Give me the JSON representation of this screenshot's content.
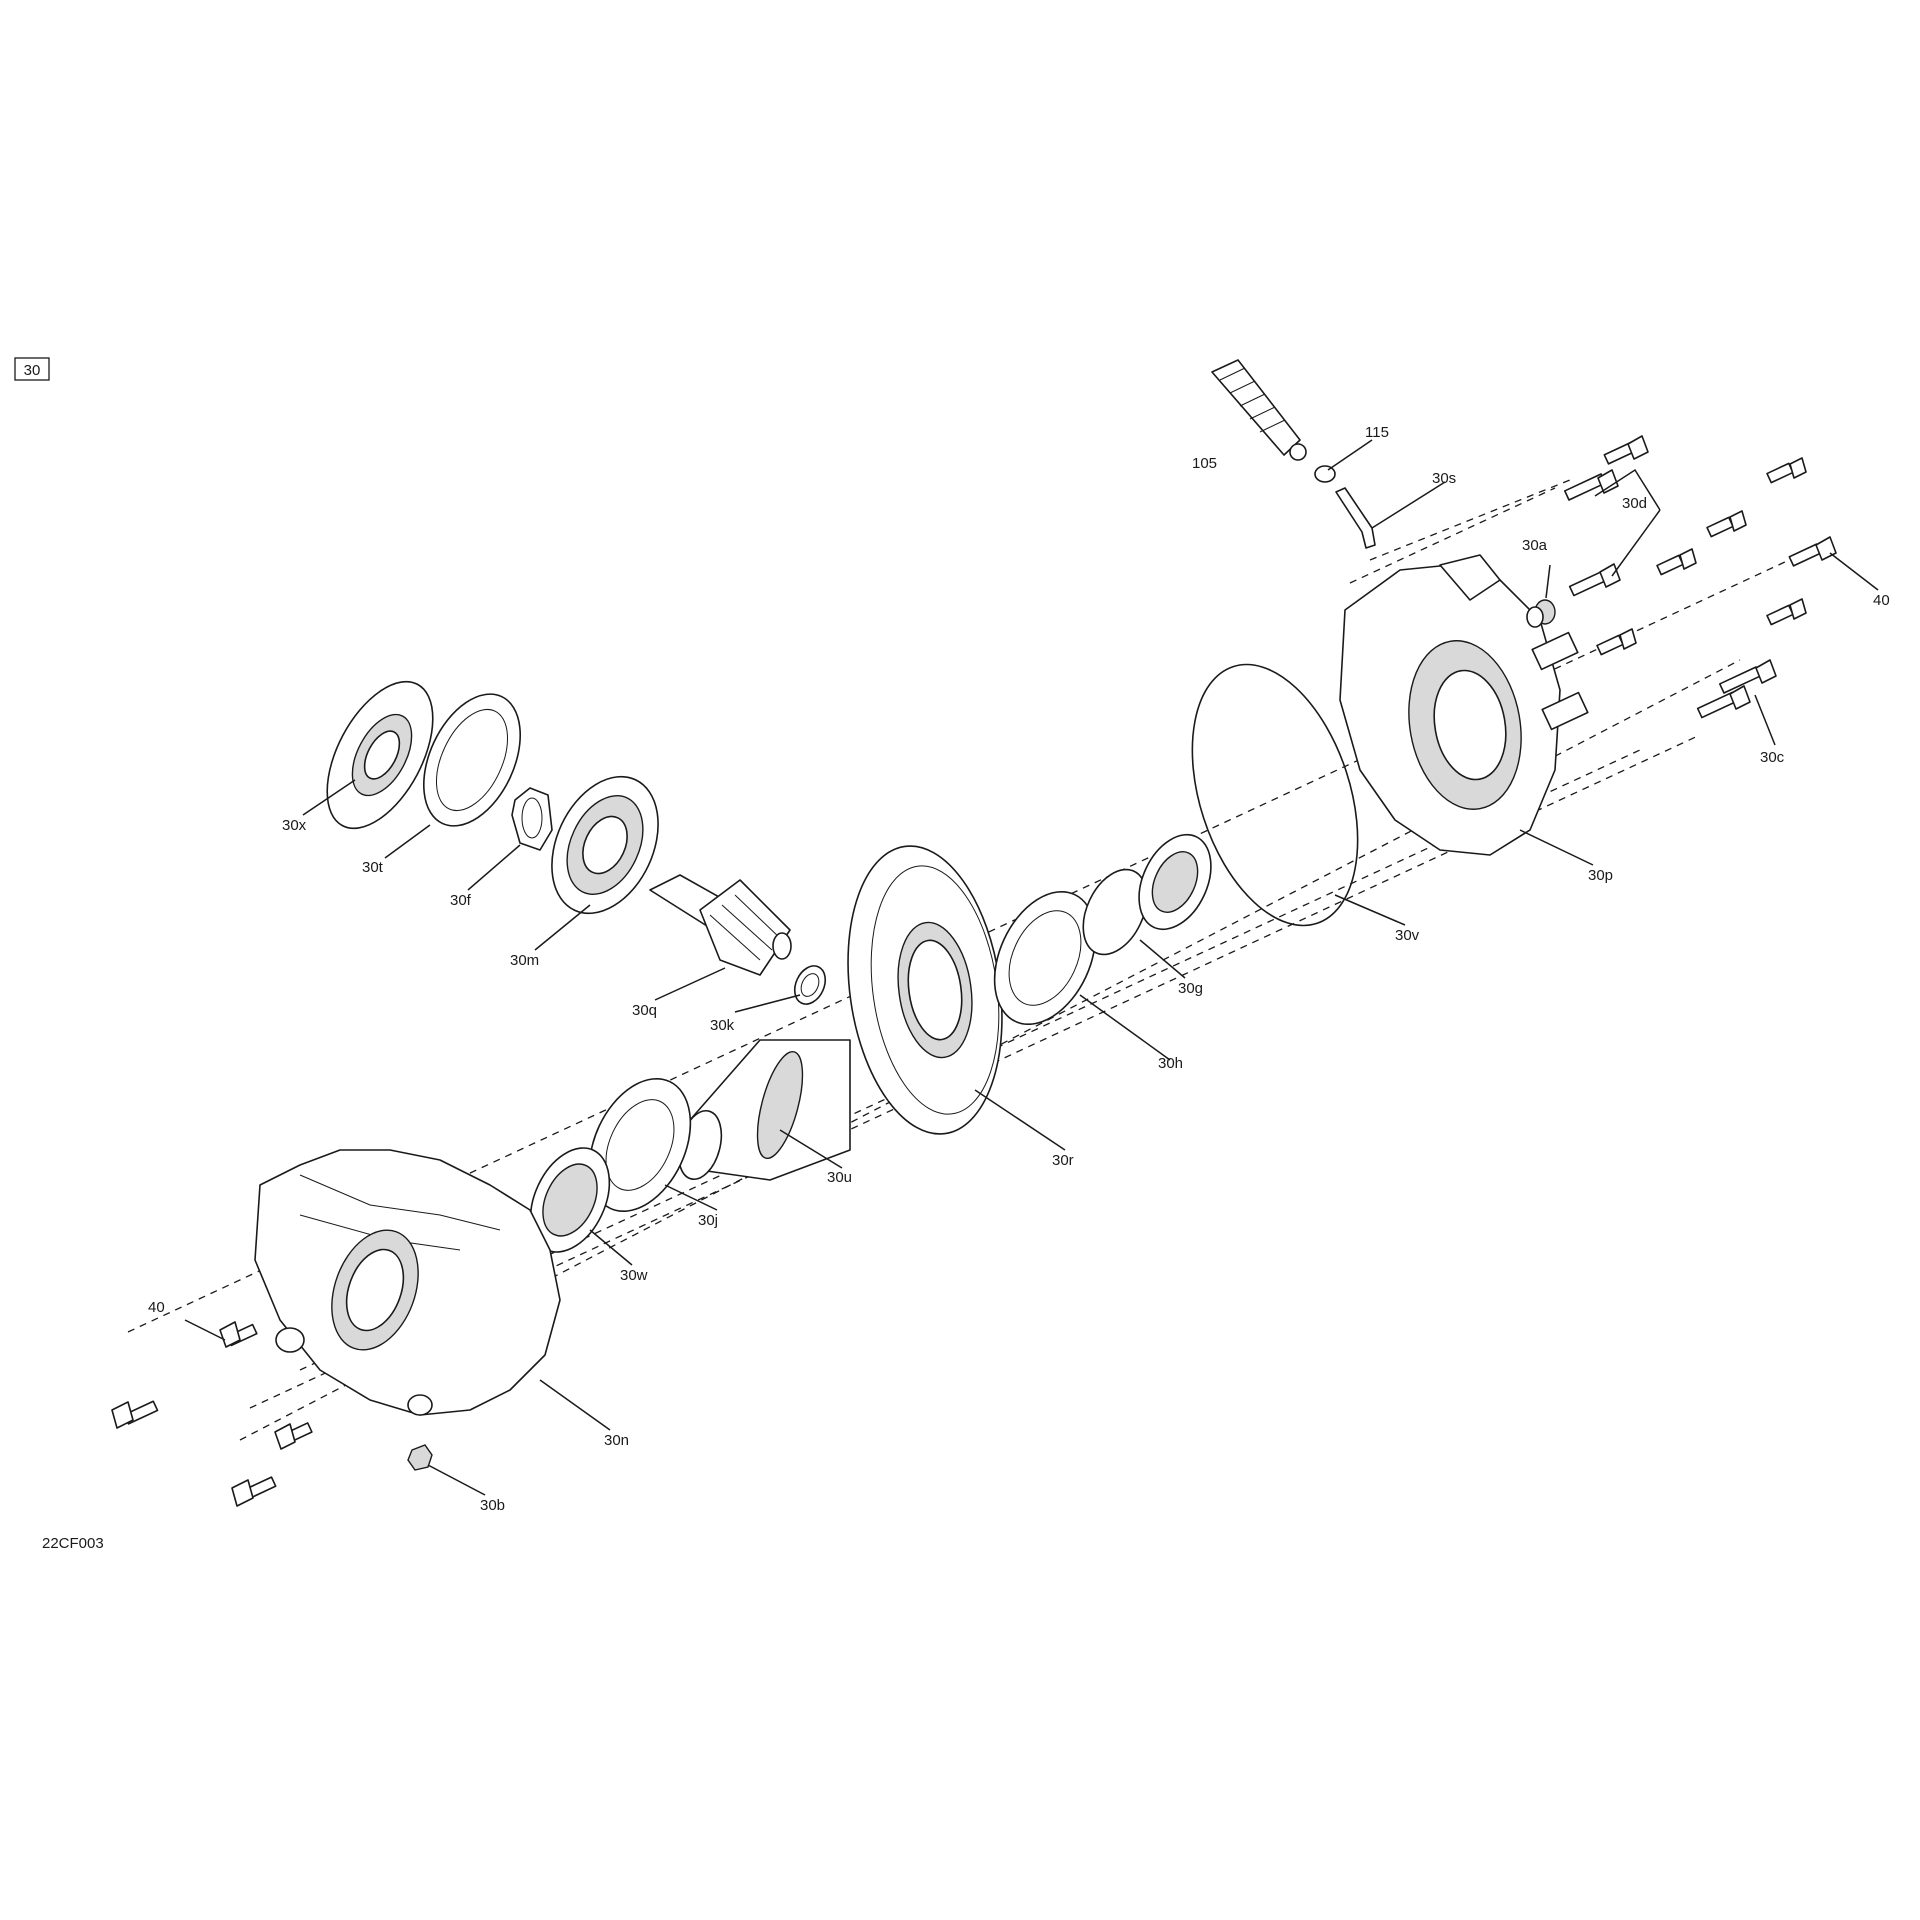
{
  "group_label": "30",
  "drawing_code": "22CF003",
  "callouts": [
    {
      "id": "30x",
      "text": "30x"
    },
    {
      "id": "30t",
      "text": "30t"
    },
    {
      "id": "30f",
      "text": "30f"
    },
    {
      "id": "30m",
      "text": "30m"
    },
    {
      "id": "30q",
      "text": "30q"
    },
    {
      "id": "30k",
      "text": "30k"
    },
    {
      "id": "30r",
      "text": "30r"
    },
    {
      "id": "30u",
      "text": "30u"
    },
    {
      "id": "30j",
      "text": "30j"
    },
    {
      "id": "30w",
      "text": "30w"
    },
    {
      "id": "30n",
      "text": "30n"
    },
    {
      "id": "30b",
      "text": "30b"
    },
    {
      "id": "40-left",
      "text": "40"
    },
    {
      "id": "30h",
      "text": "30h"
    },
    {
      "id": "30g",
      "text": "30g"
    },
    {
      "id": "30v",
      "text": "30v"
    },
    {
      "id": "30p",
      "text": "30p"
    },
    {
      "id": "30c",
      "text": "30c"
    },
    {
      "id": "40-right",
      "text": "40"
    },
    {
      "id": "30d",
      "text": "30d"
    },
    {
      "id": "30a",
      "text": "30a"
    },
    {
      "id": "30s",
      "text": "30s"
    },
    {
      "id": "115",
      "text": "115"
    },
    {
      "id": "105",
      "text": "105"
    }
  ]
}
